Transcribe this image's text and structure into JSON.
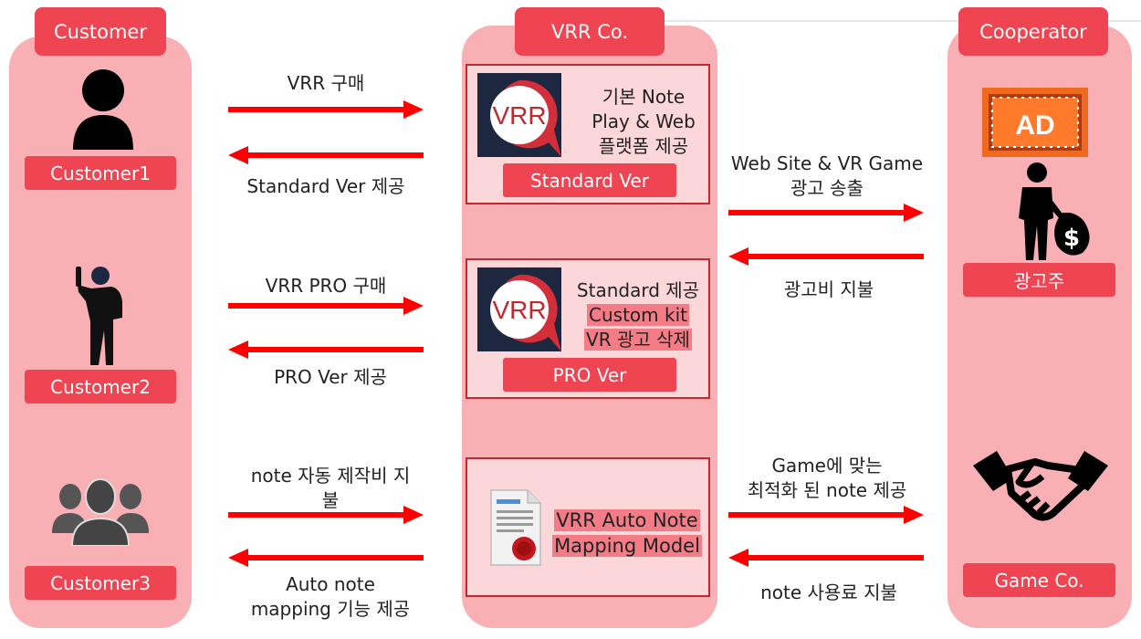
{
  "headers": {
    "customer": "Customer",
    "vrr": "VRR Co.",
    "cooperator": "Cooperator"
  },
  "customers": [
    {
      "label": "Customer1"
    },
    {
      "label": "Customer2"
    },
    {
      "label": "Customer3"
    }
  ],
  "cooperators": {
    "advertiser": "광고주",
    "ad_sign": "AD",
    "game": "Game Co."
  },
  "products": {
    "standard": {
      "logo": "VRR",
      "features": [
        "기본 Note",
        "Play & Web",
        "플랫폼 제공"
      ],
      "version": "Standard Ver"
    },
    "pro": {
      "logo": "VRR",
      "features": [
        "Standard 제공",
        "Custom kit",
        "VR 광고 삭제"
      ],
      "version": "PRO Ver"
    },
    "auto": {
      "lines": [
        "VRR Auto Note",
        "Mapping Model"
      ]
    }
  },
  "flows": {
    "c1_buy": "VRR 구매",
    "c1_get": "Standard Ver 제공",
    "c2_buy": "VRR PRO 구매",
    "c2_get": "PRO Ver 제공",
    "c3_pay": [
      "note 자동 제작비 지",
      "불"
    ],
    "c3_get": [
      "Auto note",
      "mapping 기능 제공"
    ],
    "ad_out": [
      "Web Site & VR Game",
      "광고 송출"
    ],
    "ad_in": "광고비 지불",
    "game_out": [
      "Game에 맞는",
      "최적화 된 note 제공"
    ],
    "game_in": "note 사용료 지불"
  },
  "colors": {
    "accent": "#ef4452",
    "column": "#f9b0b4",
    "box": "#fcd7d9",
    "arrow": "#ff0000"
  }
}
